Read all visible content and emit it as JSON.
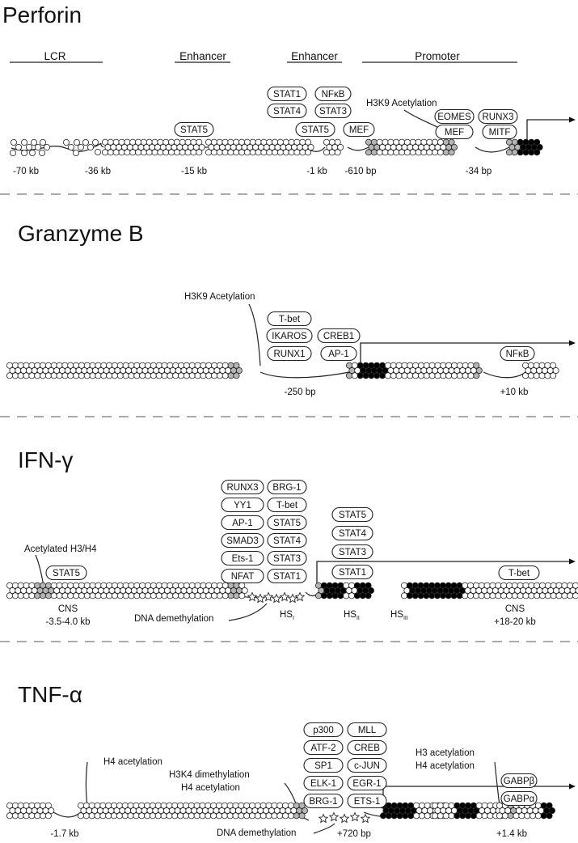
{
  "panels": [
    {
      "title": "Perforin",
      "headers": [
        "LCR",
        "Enhancer",
        "Enhancer",
        "Promoter"
      ],
      "positions": [
        "-70 kb",
        "-36 kb",
        "-15 kb",
        "-1 kb",
        "-610 bp",
        "-34 bp"
      ],
      "factors": [
        "STAT5",
        "STAT1",
        "NFκB",
        "STAT4",
        "STAT3",
        "STAT5",
        "MEF",
        "EOMES",
        "RUNX3",
        "MEF",
        "MITF"
      ],
      "annotations": [
        "H3K9 Acetylation"
      ]
    },
    {
      "title": "Granzyme B",
      "positions": [
        "-250 bp",
        "+10 kb"
      ],
      "factors": [
        "T-bet",
        "IKAROS",
        "CREB1",
        "RUNX1",
        "AP-1",
        "NFκB"
      ],
      "annotations": [
        "H3K9 Acetylation"
      ]
    },
    {
      "title": "IFN-γ",
      "positions": [
        "CNS",
        "-3.5-4.0 kb",
        "CNS",
        "+18-20 kb"
      ],
      "hs": [
        {
          "main": "HS",
          "sub": "I"
        },
        {
          "main": "HS",
          "sub": "II"
        },
        {
          "main": "HS",
          "sub": "III"
        }
      ],
      "factors": [
        "RUNX3",
        "BRG-1",
        "YY1",
        "T-bet",
        "AP-1",
        "STAT5",
        "SMAD3",
        "STAT4",
        "Ets-1",
        "STAT3",
        "NFAT",
        "STAT1",
        "STAT5",
        "STAT4",
        "STAT3",
        "STAT1",
        "STAT5",
        "T-bet"
      ],
      "annotations": [
        "Acetylated H3/H4",
        "DNA demethylation"
      ]
    },
    {
      "title": "TNF-α",
      "positions": [
        "-1.7 kb",
        "+720 bp",
        "+1.4 kb"
      ],
      "factors": [
        "p300",
        "MLL",
        "ATF-2",
        "CREB",
        "SP1",
        "c-JUN",
        "ELK-1",
        "EGR-1",
        "BRG-1",
        "ETS-1",
        "GABPβ",
        "GABPα"
      ],
      "annotations": [
        "H4 acetylation",
        "H3K4 dimethylation",
        "H4 acetylation",
        "DNA demethylation",
        "H3 acetylation",
        "H4 acetylation"
      ]
    }
  ],
  "legend_colors": {
    "open": "#ffffff",
    "acetylated": "#b5b5b5",
    "closed": "#000000",
    "stroke": "#222222"
  }
}
